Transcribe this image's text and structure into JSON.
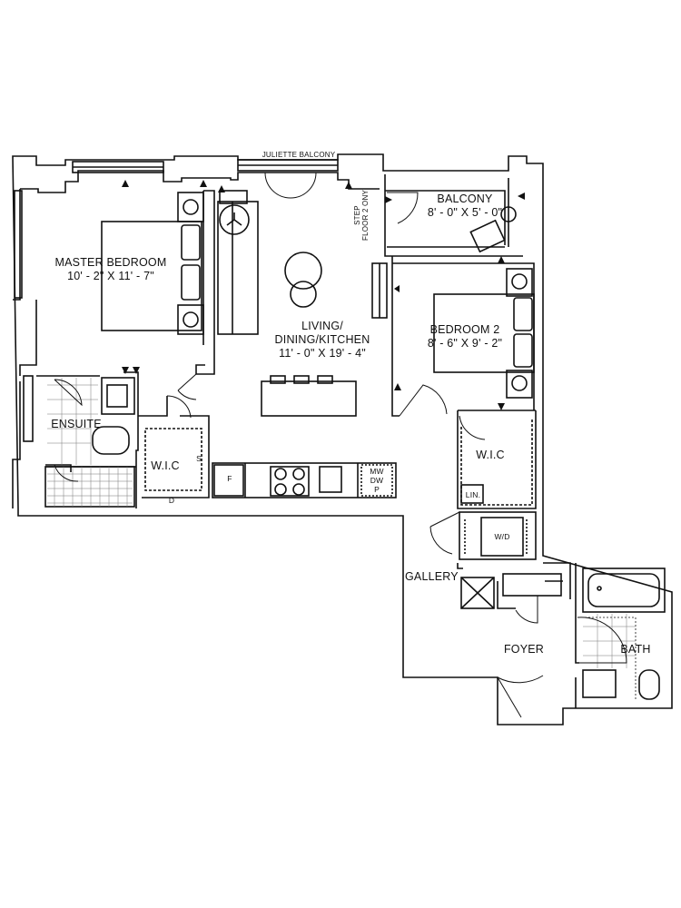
{
  "rooms": {
    "master_bedroom": {
      "name": "MASTER BEDROOM",
      "size": "10' - 2\" X 11' - 7\""
    },
    "living": {
      "name_line1": "LIVING/",
      "name_line2": "DINING/KITCHEN",
      "size": "11' - 0\" X 19' - 4\""
    },
    "balcony": {
      "name": "BALCONY",
      "size": "8' - 0\" X 5' - 0\""
    },
    "bedroom2": {
      "name": "BEDROOM 2",
      "size": "8' - 6\" X 9' - 2\""
    },
    "ensuite": {
      "name": "ENSUITE"
    },
    "wic_left": {
      "name": "W.I.C"
    },
    "wic_right": {
      "name": "W.I.C"
    },
    "gallery": {
      "name": "GALLERY"
    },
    "foyer": {
      "name": "FOYER"
    },
    "bath": {
      "name": "BATH"
    }
  },
  "annotations": {
    "juliette_balcony": "JULIETTE BALCONY",
    "step_line1": "STEP",
    "step_line2": "FLOOR 2 ONY",
    "fridge": "F",
    "microwave": "MW",
    "dishwasher": "DW",
    "pantry": "P",
    "washer_dryer": "W/D",
    "linen": "LIN.",
    "shelf_s": "S",
    "door_d": "D"
  },
  "colors": {
    "wall": "#111111",
    "background": "#ffffff"
  }
}
